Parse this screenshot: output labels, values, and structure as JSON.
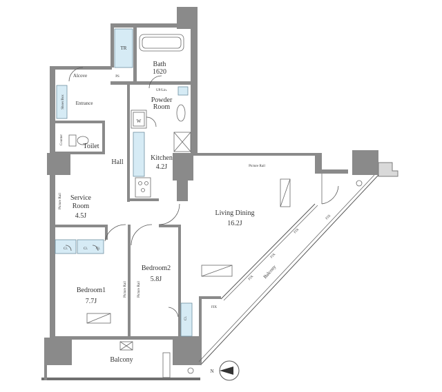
{
  "rooms": {
    "tr": "TR",
    "bath": "Bath",
    "bath_size": "1620",
    "alcove": "Alcove",
    "ps": "PS",
    "up_lin": "UP/Lin.",
    "powder": "Powder",
    "powder_room": "Room",
    "shoes_box": "Shoes Box",
    "entrance": "Entrance",
    "w": "W",
    "counter": "Counter",
    "toilet": "Toilet",
    "hall": "Hall",
    "kitchen": "Kitchen",
    "kitchen_size": "4.2J",
    "service": "Service",
    "service_room": "Room",
    "service_size": "4.5J",
    "living": "Living Dining",
    "living_size": "16.2J",
    "bedroom1": "Bedroom1",
    "bedroom1_size": "7.7J",
    "bedroom2": "Bedroom2",
    "bedroom2_size": "5.8J",
    "balcony_bottom": "Balcony",
    "balcony_diag": "Balcony"
  },
  "rails": {
    "picture_rail_top": "Picture Rail",
    "picture_rail_service": "Picture Rail",
    "picture_rail_b1": "Picture Rail",
    "picture_rail_b2": "Picture Rail"
  },
  "closets": {
    "cl_a": "Cl.",
    "cl_b": "Cl.",
    "cl_c": "Cl.",
    "cl_d": "Cl."
  },
  "fix": {
    "fix_a": "FIX",
    "fix_b": "FIX",
    "fix_c": "FIX",
    "fix_d": "FIX",
    "fix_e": "FIX"
  },
  "compass": {
    "north": "N"
  },
  "colors": {
    "wall": "#8a8a8a",
    "storage": "#d6ebf5"
  }
}
